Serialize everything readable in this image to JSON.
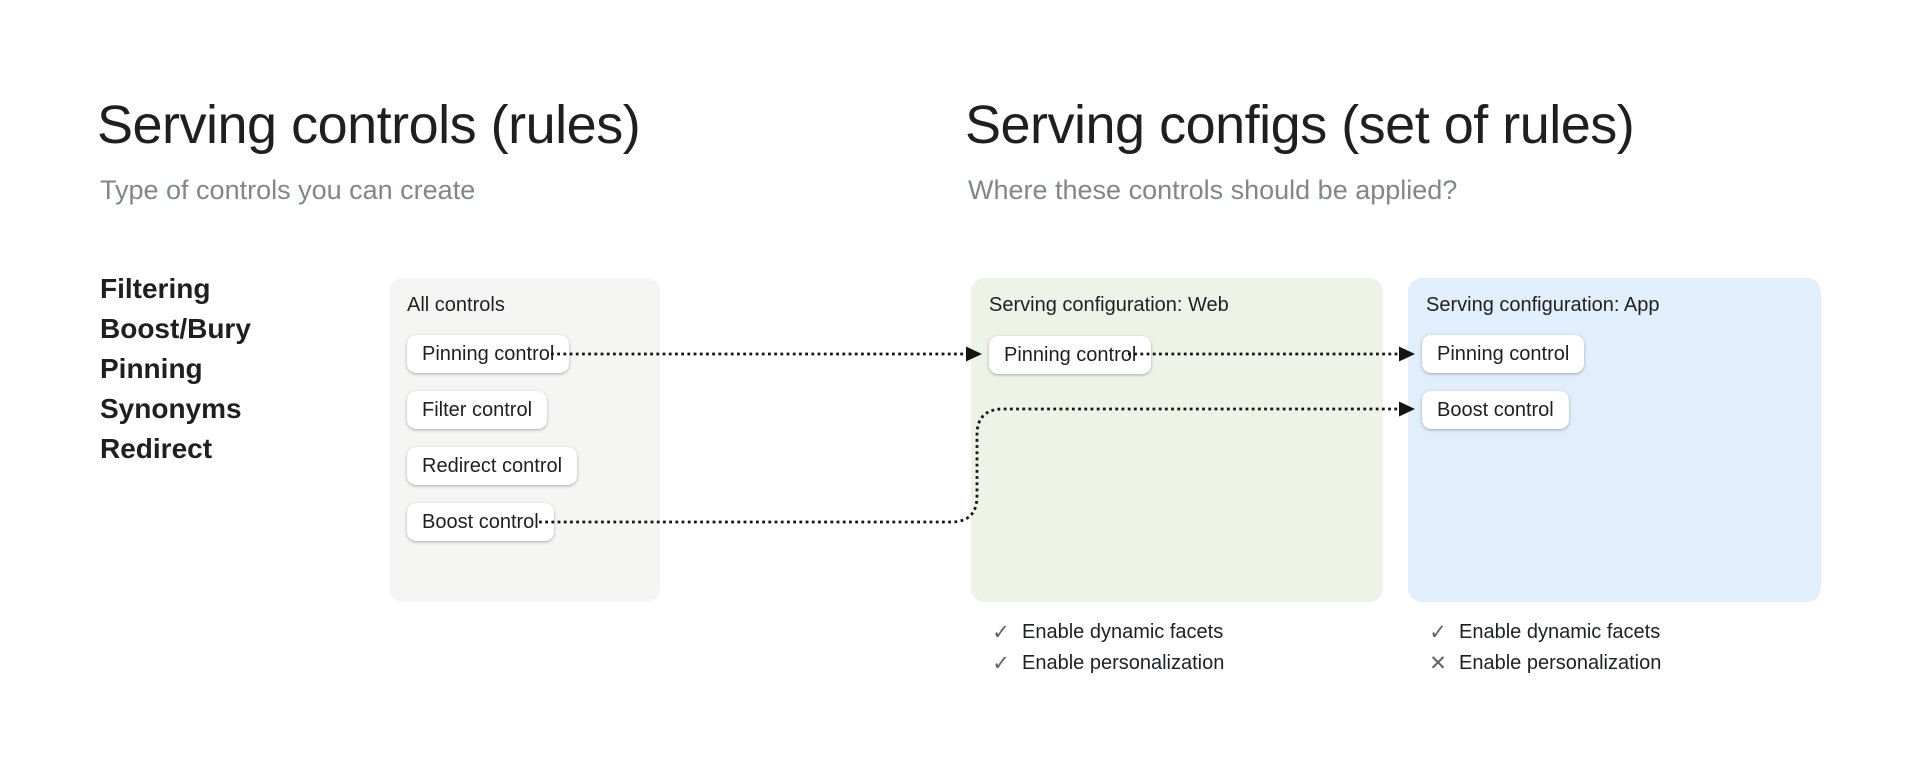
{
  "left_section": {
    "title": "Serving controls (rules)",
    "subtitle": "Type of controls you can create",
    "control_types": [
      "Filtering",
      "Boost/Bury",
      "Pinning",
      "Synonyms",
      "Redirect"
    ]
  },
  "right_section": {
    "title": "Serving configs (set of rules)",
    "subtitle": "Where these controls should be applied?"
  },
  "all_controls_card": {
    "header": "All controls",
    "controls": [
      "Pinning control",
      "Filter control",
      "Redirect control",
      "Boost control"
    ]
  },
  "web_card": {
    "header": "Serving configuration: Web",
    "controls": [
      "Pinning control"
    ],
    "features": [
      {
        "icon": "✓",
        "state": "enabled",
        "label": "Enable dynamic facets"
      },
      {
        "icon": "✓",
        "state": "enabled",
        "label": "Enable personalization"
      }
    ]
  },
  "app_card": {
    "header": "Serving configuration: App",
    "controls": [
      "Pinning control",
      "Boost control"
    ],
    "features": [
      {
        "icon": "✓",
        "state": "enabled",
        "label": "Enable dynamic facets"
      },
      {
        "icon": "✕",
        "state": "disabled",
        "label": "Enable personalization"
      }
    ]
  },
  "colors": {
    "heading": "#1f1f1f",
    "subtitle": "#80868b",
    "all_controls_bg": "#f5f5f4",
    "web_bg": "#edf3e7",
    "app_bg": "#e1eefb",
    "arrow": "#141414",
    "chip_bg": "#ffffff",
    "feature_icon": "#5f6368"
  }
}
